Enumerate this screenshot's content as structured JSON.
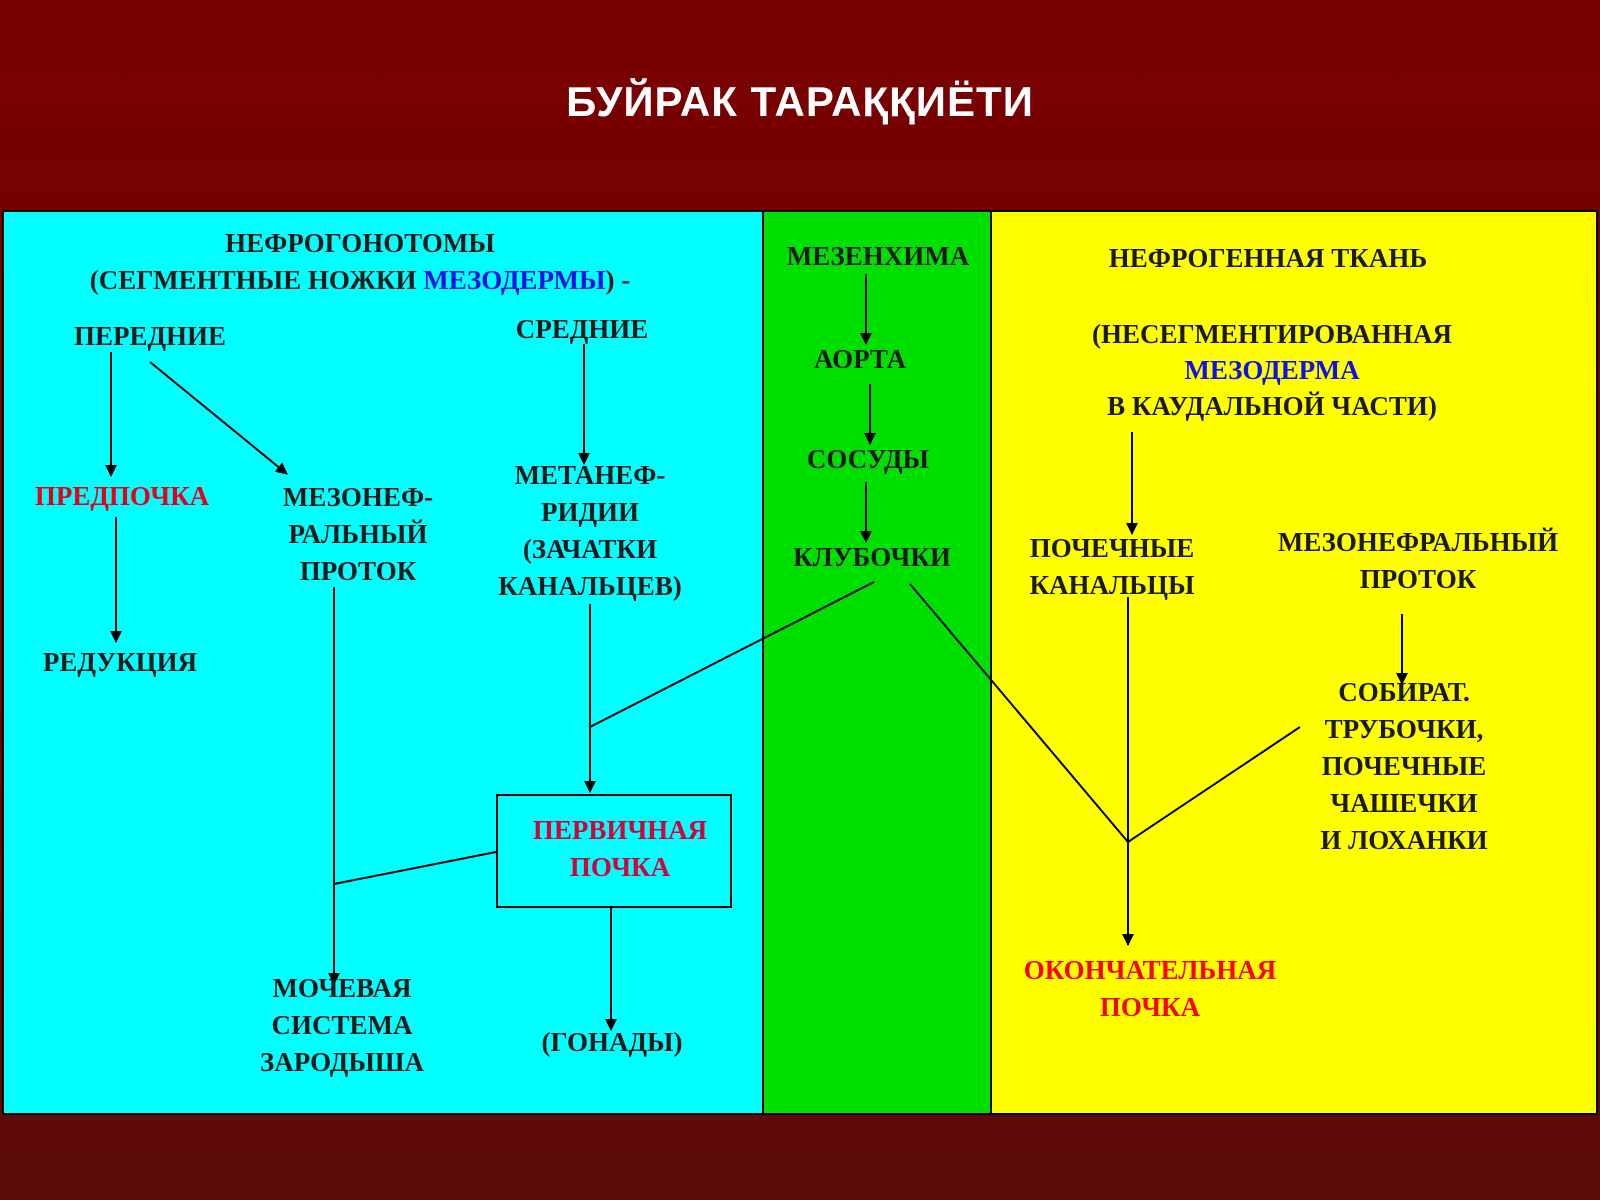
{
  "title": "БУЙРАК ТАРАҚҚИЁТИ",
  "left": {
    "header_line1": "НЕФРОГОНОТОМЫ",
    "header_line2_a": "(СЕГМЕНТНЫЕ  НОЖКИ ",
    "header_line2_b": "МЕЗОДЕРМЫ",
    "header_line2_c": ") -",
    "anterior": "ПЕРЕДНИЕ",
    "middle": "СРЕДНИЕ",
    "pronephros": "ПРЕДПОЧКА",
    "reduction": "РЕДУКЦИЯ",
    "mesonephric_duct": [
      "МЕЗОНЕФ-",
      "РАЛЬНЫЙ",
      "ПРОТОК"
    ],
    "metanephridia": [
      "МЕТАНЕФ-",
      "РИДИИ",
      "(ЗАЧАТКИ",
      "КАНАЛЬЦЕВ)"
    ],
    "primary_kidney": [
      "ПЕРВИЧНАЯ",
      "ПОЧКА"
    ],
    "urinary_system": [
      "МОЧЕВАЯ",
      "СИСТЕМА",
      "ЗАРОДЫША"
    ],
    "gonads": "(ГОНАДЫ)"
  },
  "middle": {
    "mesenchyme": "МЕЗЕНХИМА",
    "aorta": "АОРТА",
    "vessels": "СОСУДЫ",
    "glomeruli": "КЛУБОЧКИ"
  },
  "right": {
    "header": "НЕФРОГЕННАЯ ТКАНЬ",
    "sub_line1": "(НЕСЕГМЕНТИРОВАННАЯ",
    "sub_line2": "МЕЗОДЕРМА",
    "sub_line3": "В КАУДАЛЬНОЙ ЧАСТИ)",
    "renal_tubules": [
      "ПОЧЕЧНЫЕ",
      "КАНАЛЬЦЫ"
    ],
    "mesonephric_duct": [
      "МЕЗОНЕФРАЛЬНЫЙ",
      "ПРОТОК"
    ],
    "collecting": [
      "СОБИРАТ.",
      "ТРУБОЧКИ,",
      "ПОЧЕЧНЫЕ",
      "ЧАШЕЧКИ",
      "И ЛОХАНКИ"
    ],
    "final_kidney": [
      "ОКОНЧАТЕЛЬНАЯ",
      "ПОЧКА"
    ]
  },
  "colors": {
    "background": "#7a0000",
    "cyan_panel": "#00ffff",
    "green_panel": "#00e000",
    "yellow_panel": "#ffff00",
    "red_text": "#e8001a",
    "blue_text": "#1010e8"
  }
}
